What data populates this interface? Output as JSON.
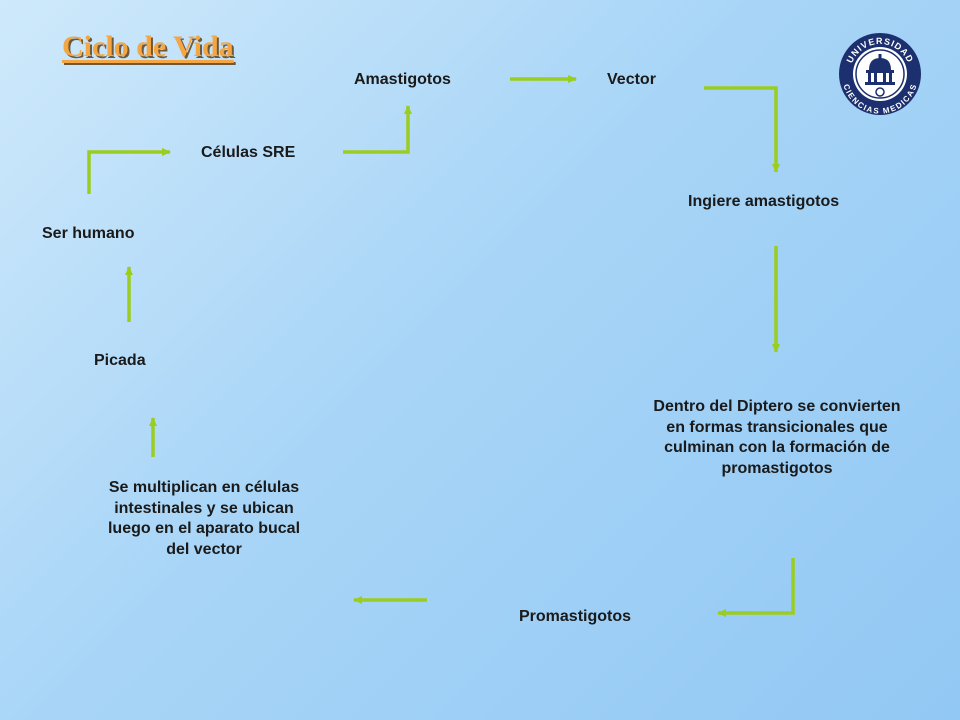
{
  "slide": {
    "title": "Ciclo de Vida"
  },
  "nodes": {
    "amastigotos": "Amastigotos",
    "vector": "Vector",
    "celulas_sre": "Células SRE",
    "ingiere": "Ingiere amastigotos",
    "ser_humano": "Ser humano",
    "picada": "Picada",
    "diptero": "Dentro del Diptero se convierten en formas transicionales que culminan con la formación de promastigotos",
    "multiplican": "Se multiplican en células intestinales y se ubican luego en el aparato bucal del vector",
    "promastigotos": "Promastigotos"
  },
  "logo": {
    "ring_text_top": "UNIVERSIDAD",
    "ring_text_bottom": "CIENCIAS MEDICAS"
  },
  "colors": {
    "arrow": "#9acd1f",
    "title": "#f4a544",
    "logo": "#1c2f6e"
  }
}
